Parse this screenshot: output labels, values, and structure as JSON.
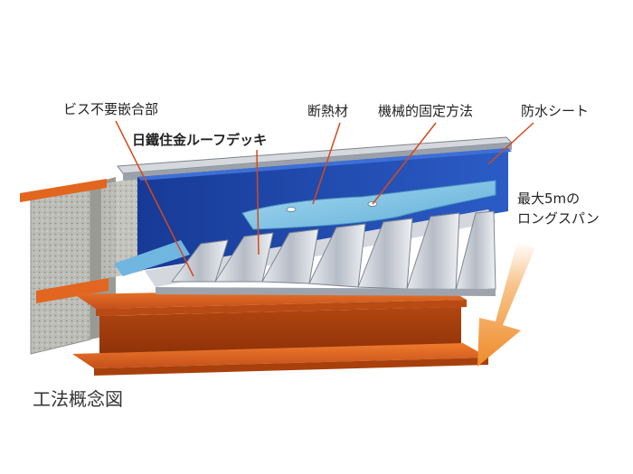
{
  "labels": {
    "screw_free_joint": "ビス不要嵌合部",
    "roof_deck": "日鐵住金ルーフデッキ",
    "insulation": "断熱材",
    "mechanical_fixing": "機械的固定方法",
    "waterproof_sheet": "防水シート",
    "max_span_line1": "最大5mの",
    "max_span_line2": "ロングスパン",
    "caption": "工法概念図"
  },
  "colors": {
    "steel_beam": "#e2661f",
    "steel_beam_dark": "#a8400c",
    "waterproof_sheet": "#1e45a8",
    "insulation": "#8fcbe8",
    "deck_metal": "#c9ced6",
    "concrete": "#b9b9b4",
    "leader_line": "#d44a1a",
    "span_arrow": "#f29a3a"
  },
  "icons": [
    "span-arrow-icon"
  ]
}
